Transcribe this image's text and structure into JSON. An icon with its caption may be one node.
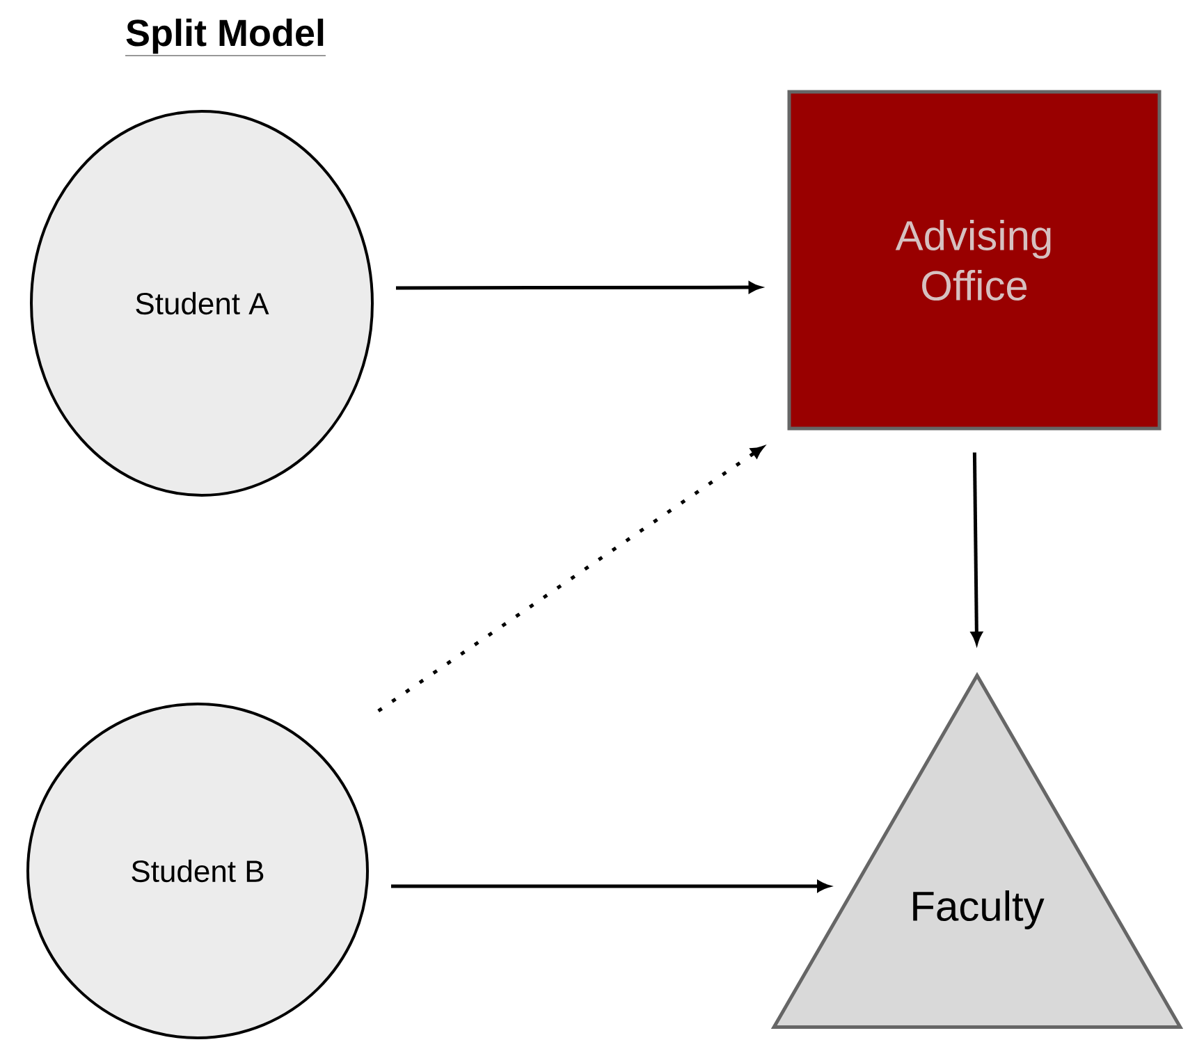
{
  "diagram": {
    "title": "Split Model",
    "nodes": [
      {
        "text": [
          "Student A"
        ]
      },
      {
        "text": [
          "Advising Office"
        ]
      },
      {
        "text": [
          "Student B"
        ]
      },
      {
        "text": [
          "Faculty"
        ]
      }
    ],
    "edges": [
      {
        "from": 0,
        "to": 1,
        "arrow": "to"
      },
      {
        "from": 2,
        "to": 1,
        "arrow": "to",
        "style": "dashed"
      },
      {
        "from": 1,
        "to": 3,
        "arrow": "to"
      },
      {
        "from": 2,
        "to": 3,
        "arrow": "to"
      }
    ]
  }
}
